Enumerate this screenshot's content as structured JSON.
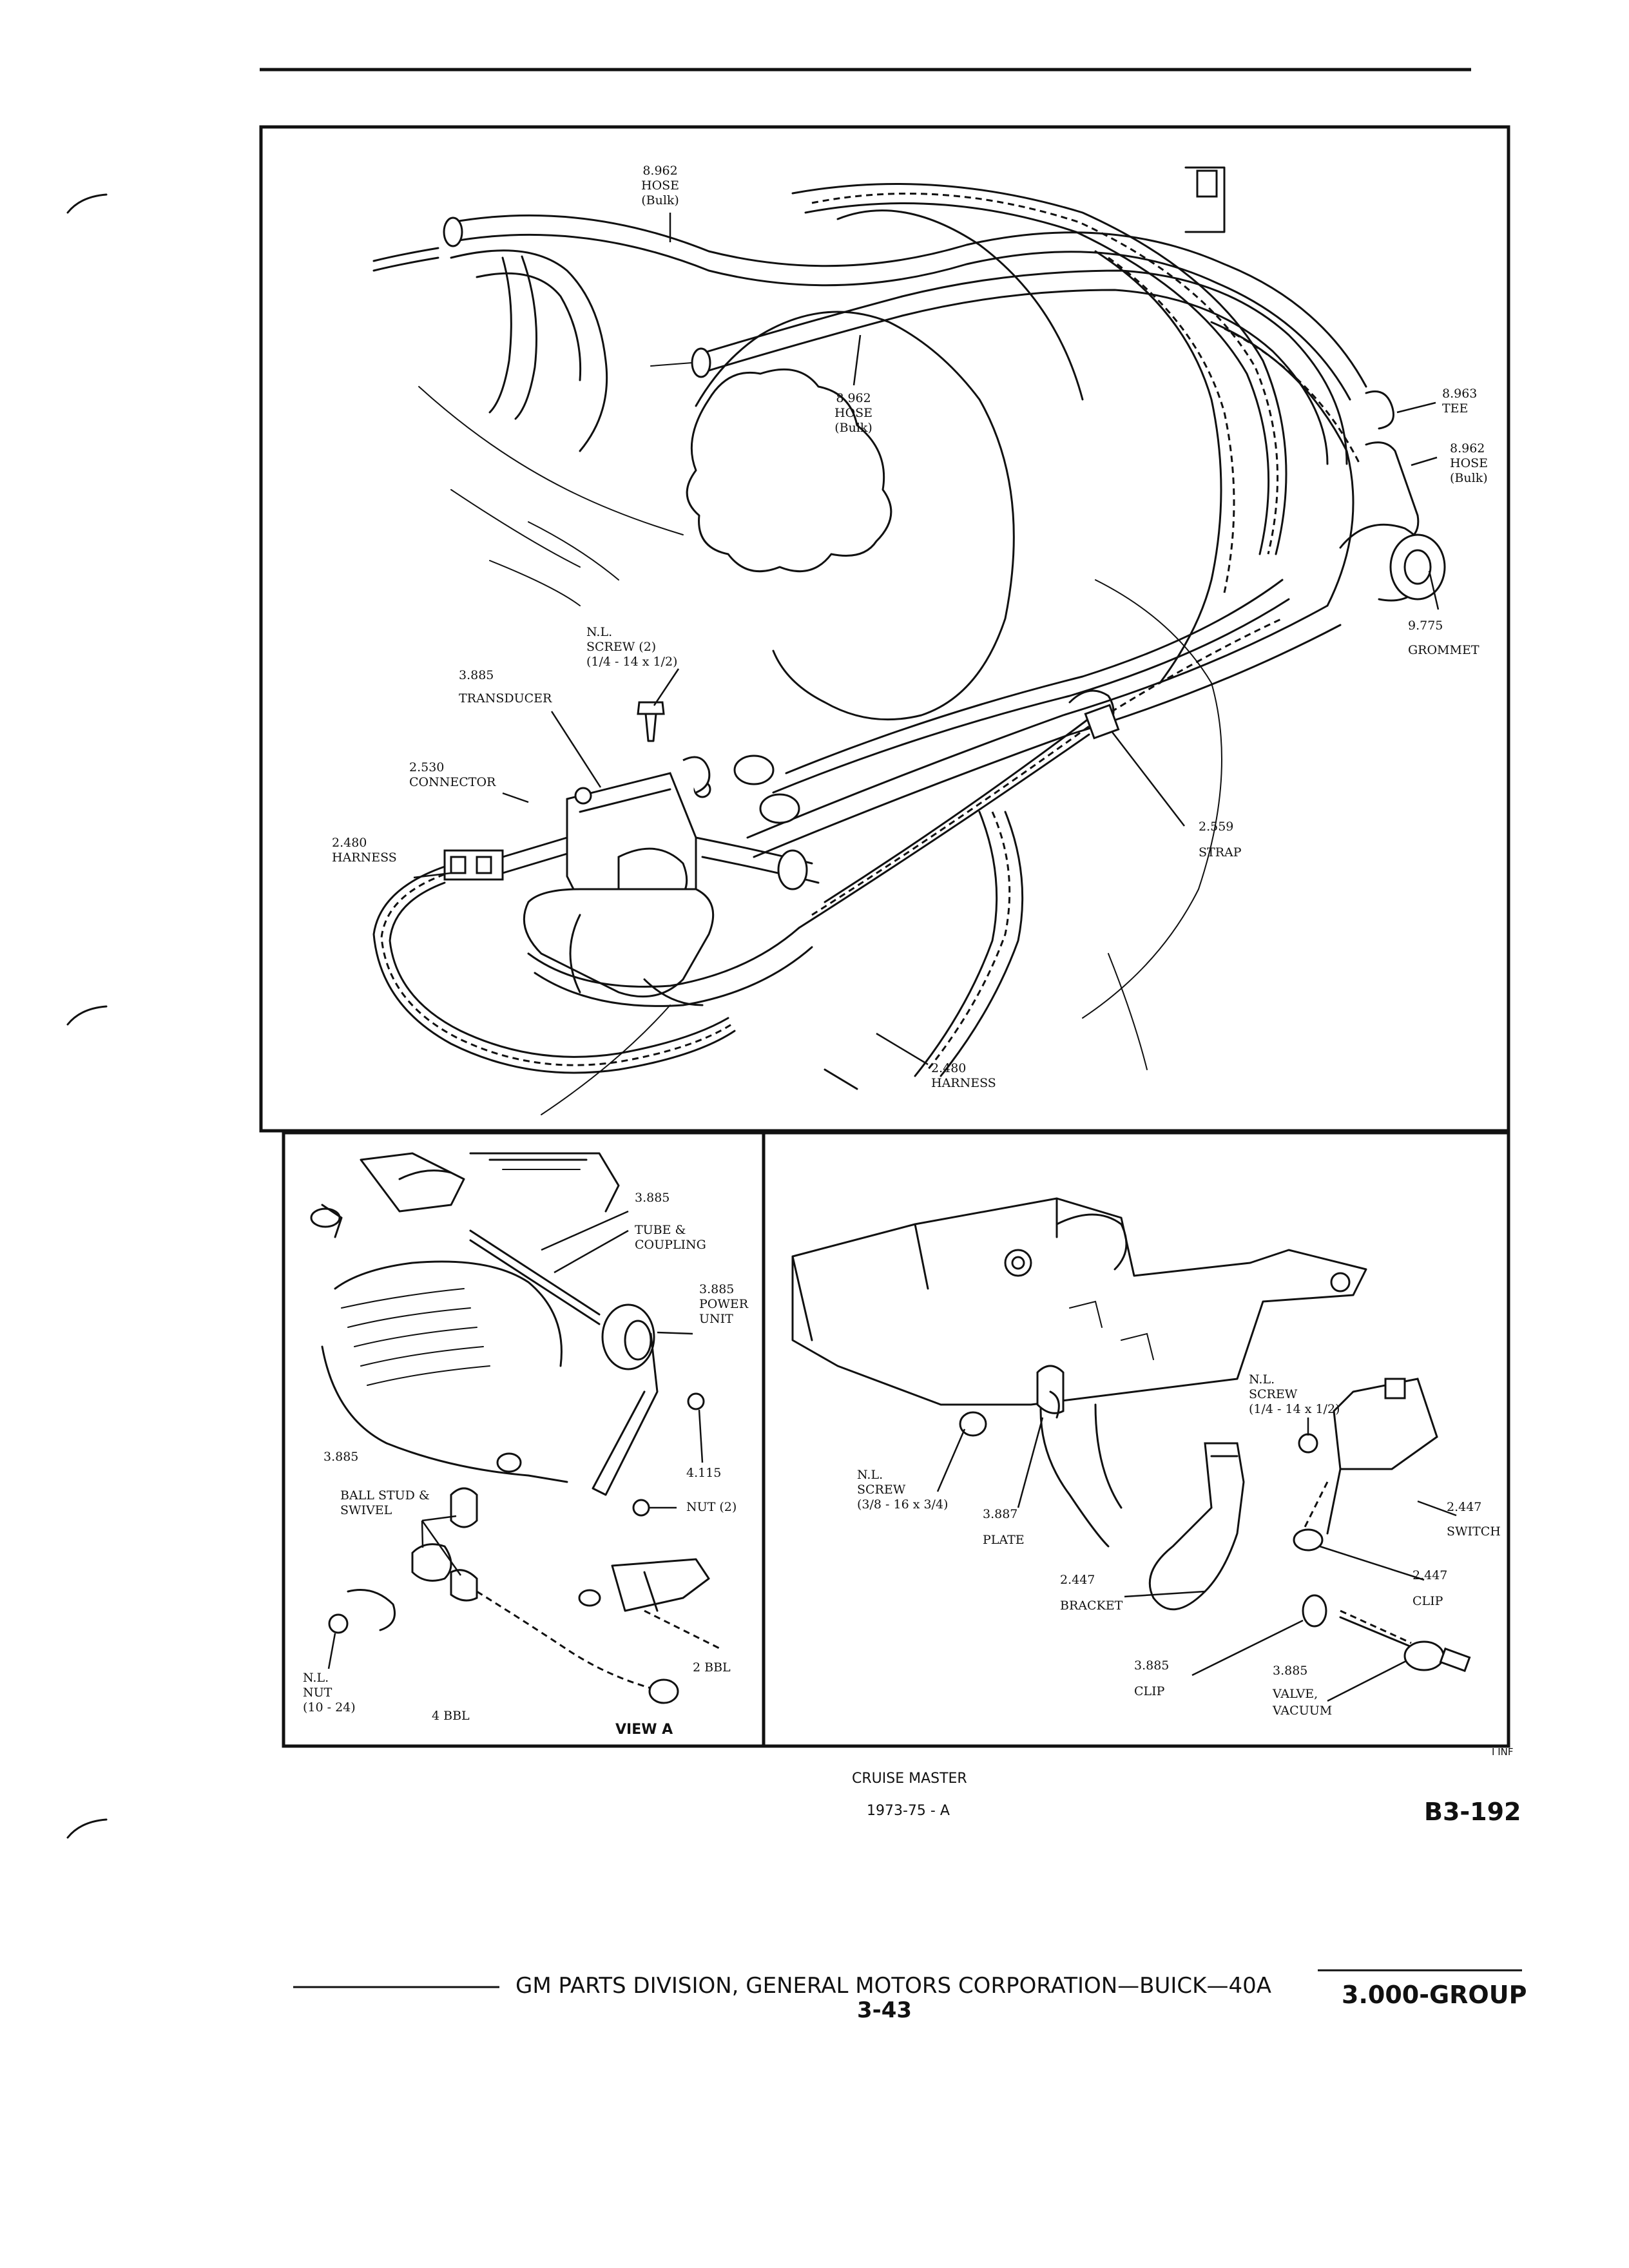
{
  "top_panel": {
    "callouts": [
      {
        "id": "hose-bulk-top",
        "lines": [
          "8.962",
          "HOSE",
          "(Bulk)"
        ]
      },
      {
        "id": "hose-bulk-mid",
        "lines": [
          "8.962",
          "HOSE",
          "(Bulk)"
        ]
      },
      {
        "id": "tee",
        "lines": [
          "8.963",
          "TEE"
        ]
      },
      {
        "id": "hose-bulk-right",
        "lines": [
          "8.962",
          "HOSE",
          "(Bulk)"
        ]
      },
      {
        "id": "grommet",
        "lines": [
          "9.775",
          "GROMMET"
        ]
      },
      {
        "id": "nl-screw",
        "lines": [
          "N.L.",
          "SCREW (2)",
          "(1/4 - 14 x 1/2)"
        ]
      },
      {
        "id": "transducer",
        "lines": [
          "3.885",
          "TRANSDUCER"
        ]
      },
      {
        "id": "connector",
        "lines": [
          "2.530",
          "CONNECTOR"
        ]
      },
      {
        "id": "harness-left",
        "lines": [
          "2.480",
          "HARNESS"
        ]
      },
      {
        "id": "strap",
        "lines": [
          "2.559",
          "STRAP"
        ]
      },
      {
        "id": "harness-bottom",
        "lines": [
          "2.480",
          "HARNESS"
        ]
      }
    ]
  },
  "lower_left_panel": {
    "callouts": [
      {
        "id": "ll-3885-top",
        "lines": [
          "3.885"
        ]
      },
      {
        "id": "tube-coupling",
        "lines": [
          "TUBE &",
          "COUPLING"
        ]
      },
      {
        "id": "power-unit",
        "lines": [
          "3.885",
          "POWER",
          "UNIT"
        ]
      },
      {
        "id": "ll-3885-left",
        "lines": [
          "3.885"
        ]
      },
      {
        "id": "ball-stud",
        "lines": [
          "BALL STUD &",
          "SWIVEL"
        ]
      },
      {
        "id": "nut-4115",
        "lines": [
          "4.115"
        ]
      },
      {
        "id": "nut-2",
        "lines": [
          "NUT (2)"
        ]
      },
      {
        "id": "nl-nut",
        "lines": [
          "N.L.",
          "NUT",
          "(10 - 24)"
        ]
      },
      {
        "id": "four-bbl",
        "lines": [
          "4 BBL"
        ]
      },
      {
        "id": "two-bbl",
        "lines": [
          "2 BBL"
        ]
      }
    ],
    "view_label": "VIEW A"
  },
  "lower_right_panel": {
    "callouts": [
      {
        "id": "nl-screw-r",
        "lines": [
          "N.L.",
          "SCREW",
          "(1/4 - 14 x 1/2)"
        ]
      },
      {
        "id": "switch",
        "lines": [
          "2.447",
          "SWITCH"
        ]
      },
      {
        "id": "clip-2447",
        "lines": [
          "2.447",
          "CLIP"
        ]
      },
      {
        "id": "bracket",
        "lines": [
          "2.447",
          "BRACKET"
        ]
      },
      {
        "id": "nl-screw-plate",
        "lines": [
          "N.L.",
          "SCREW",
          "(3/8 - 16 x 3/4)"
        ]
      },
      {
        "id": "plate",
        "lines": [
          "3.887",
          "PLATE"
        ]
      },
      {
        "id": "clip-3885",
        "lines": [
          "3.885",
          "CLIP"
        ]
      },
      {
        "id": "valve-vacuum",
        "lines": [
          "3.885",
          "VALVE,",
          "VACUUM"
        ]
      }
    ]
  },
  "caption": {
    "title": "CRUISE MASTER",
    "years": "1973-75 - A",
    "figure_code": "B3-192",
    "corner_code": "I INF"
  },
  "footer": {
    "division": "GM PARTS DIVISION, GENERAL MOTORS CORPORATION—BUICK—40A",
    "page": "3-43",
    "group": "3.000-GROUP"
  }
}
